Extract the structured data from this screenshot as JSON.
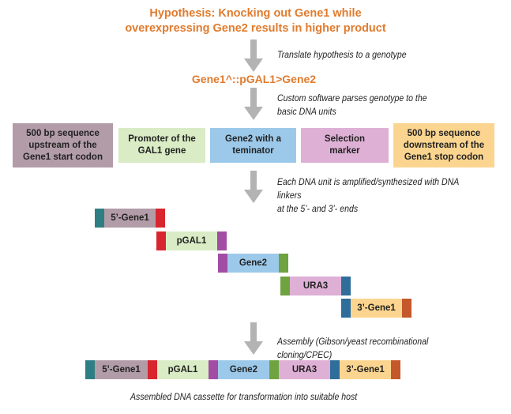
{
  "hypothesis": {
    "line1": "Hypothesis: Knocking out Gene1 while",
    "line2": "overexpressing Gene2 results in higher product"
  },
  "steps": {
    "translate": "Translate hypothesis to a genotype",
    "genotype": "Gene1^::pGAL1>Gene2",
    "parse_line1": "Custom software parses genotype to the",
    "parse_line2": "basic DNA units",
    "amplify_line1": "Each DNA unit is amplified/synthesized with DNA linkers",
    "amplify_line2": "at the 5’- and 3’- ends",
    "assembly": "Assembly (Gibson/yeast recombinational cloning/CPEC)"
  },
  "dna_units": [
    {
      "line1": "500 bp sequence",
      "line2": "upstream of the",
      "line3": "Gene1 start codon",
      "color": "#b29ca8"
    },
    {
      "line1": "Promoter of the",
      "line2": "GAL1 gene",
      "line3": "",
      "color": "#d9ecc5"
    },
    {
      "line1": "Gene2 with a",
      "line2": "teminator",
      "line3": "",
      "color": "#9cc9ea"
    },
    {
      "line1": "Selection",
      "line2": "marker",
      "line3": "",
      "color": "#deb0d6"
    },
    {
      "line1": "500 bp sequence",
      "line2": "downstream of the",
      "line3": "Gene1 stop codon",
      "color": "#fbd58f"
    }
  ],
  "parts": [
    "5’-Gene1",
    "pGAL1",
    "Gene2",
    "URA3",
    "3’-Gene1"
  ],
  "linker_colors": {
    "teal": "#2e7f83",
    "red": "#d8262f",
    "magenta": "#a24da3",
    "green": "#6fa33f",
    "blue": "#2f6d9b",
    "orange": "#c4582b"
  },
  "cassette": {
    "parts": [
      "5’-Gene1",
      "pGAL1",
      "Gene2",
      "URA3",
      "3’-Gene1"
    ],
    "caption": "Assembled DNA cassette for transformation into suitable host"
  },
  "arrow_color": "#b3b3b3",
  "text_accent": "#e07b2e"
}
